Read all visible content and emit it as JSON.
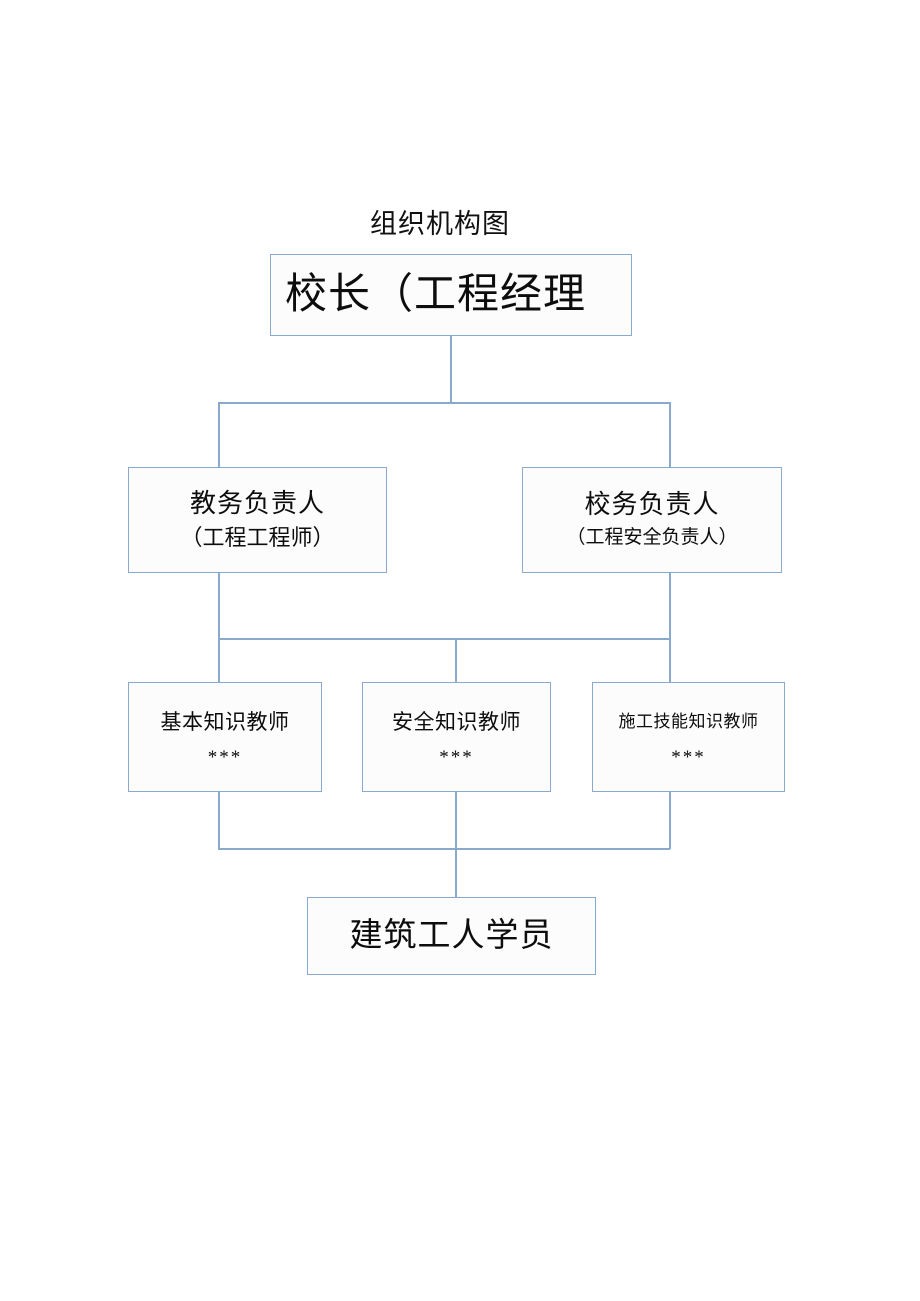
{
  "chart_data": {
    "type": "diagram",
    "diagram_kind": "organization-chart",
    "title": "组织机构图",
    "levels": [
      {
        "level": 1,
        "nodes": [
          "校长（工程经理"
        ]
      },
      {
        "level": 2,
        "nodes": [
          "教务负责人（工程工程师）",
          "校务负责人（工程安全负责人）"
        ]
      },
      {
        "level": 3,
        "nodes": [
          "基本知识教师 ***",
          "安全知识教师 ***",
          "施工技能知识教师 ***"
        ]
      },
      {
        "level": 4,
        "nodes": [
          "建筑工人学员"
        ]
      }
    ],
    "edges": [
      {
        "from": "校长（工程经理",
        "to": "教务负责人（工程工程师）"
      },
      {
        "from": "校长（工程经理",
        "to": "校务负责人（工程安全负责人）"
      },
      {
        "from": "教务负责人（工程工程师）",
        "to": "基本知识教师"
      },
      {
        "from": "教务负责人（工程工程师）",
        "to": "安全知识教师"
      },
      {
        "from": "校务负责人（工程安全负责人）",
        "to": "安全知识教师"
      },
      {
        "from": "校务负责人（工程安全负责人）",
        "to": "施工技能知识教师"
      },
      {
        "from": "基本知识教师",
        "to": "建筑工人学员"
      },
      {
        "from": "安全知识教师",
        "to": "建筑工人学员"
      },
      {
        "from": "施工技能知识教师",
        "to": "建筑工人学员"
      }
    ],
    "colors": {
      "line": "#8aaacd",
      "box_border": "#8aaacd",
      "box_fill": "#fcfcfc",
      "text": "#0d0d0d"
    }
  },
  "title": "组织机构图",
  "nodes": {
    "principal": {
      "line1": "校长（工程经理"
    },
    "academic": {
      "line1": "教务负责人",
      "line2": "（工程工程师）"
    },
    "school_affairs": {
      "line1": "校务负责人",
      "line2": "（工程安全负责人）"
    },
    "basic_teacher": {
      "line1": "基本知识教师",
      "line2": "***"
    },
    "safety_teacher": {
      "line1": "安全知识教师",
      "line2": "***"
    },
    "skill_teacher": {
      "line1": "施工技能知识教师",
      "line2": "***"
    },
    "students": {
      "line1": "建筑工人学员"
    }
  }
}
